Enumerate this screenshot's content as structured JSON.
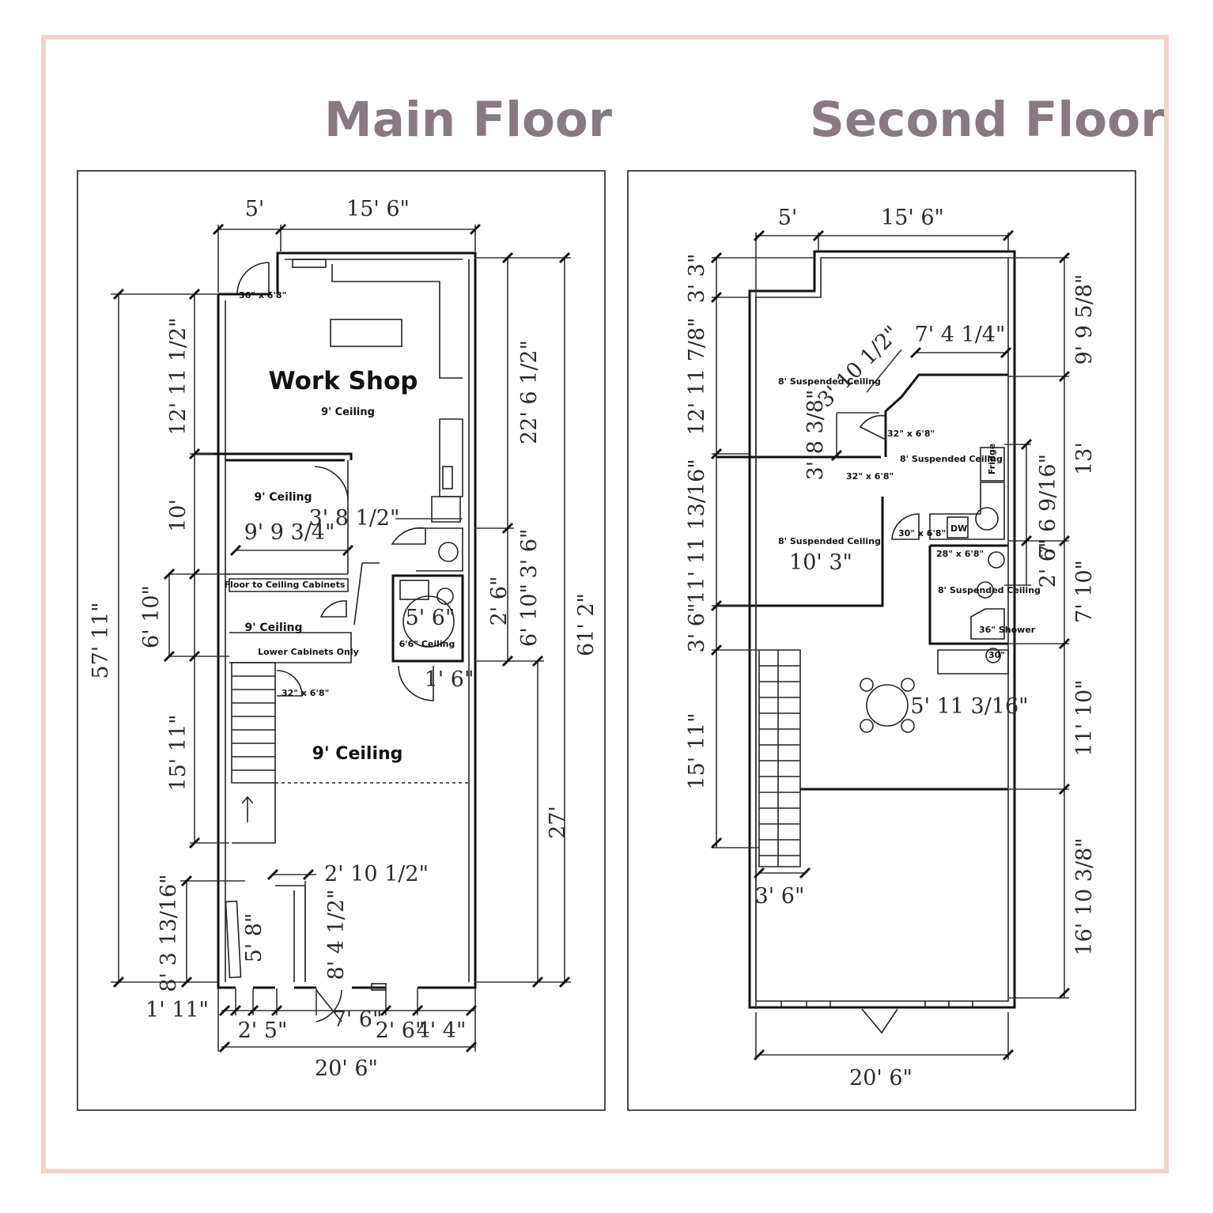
{
  "headings": {
    "main": "Main Floor",
    "second": "Second Floor"
  },
  "main_floor": {
    "rooms": {
      "workshop": "Work Shop",
      "workshop_ceiling": "9' Ceiling",
      "room2_ceiling": "9' Ceiling",
      "closet_ceiling": "9' Ceiling",
      "open_ceiling": "9' Ceiling",
      "cabinets_top": "Floor to Ceiling Cabinets",
      "cabinets_bottom": "Lower Cabinets Only",
      "bath_ceiling": "6'6\" Ceiling",
      "door_label": "36\" x 6'8\"",
      "stair_door": "32\" x 6'8\""
    },
    "dims": {
      "top_5": "5'",
      "top_15_6": "15' 6\"",
      "left_12_11_half": "12' 11 1/2\"",
      "left_10": "10'",
      "left_6_10": "6' 10\"",
      "left_57_11": "57' 11\"",
      "left_15_11": "15' 11\"",
      "left_8_3": "8' 3 13/16\"",
      "right_22_6_half": "22' 6 1/2\"",
      "right_3_6": "3' 6\"",
      "right_2_6": "2' 6\"",
      "right_6_10": "6' 10\"",
      "right_61_2": "61' 2\"",
      "right_27": "27'",
      "d_3_8_half": "3' 8 1/2\"",
      "d_9_9_3_4": "9' 9 3/4\"",
      "d_5_6": "5' 6\"",
      "d_1_6": "1' 6\"",
      "d_2_10_half": "2' 10 1/2\"",
      "d_5_8": "5' 8\"",
      "d_8_4_half": "8' 4 1/2\"",
      "b_1_11": "1' 11\"",
      "b_2_5": "2' 5\"",
      "b_7_6": "7' 6\"",
      "b_2_6": "2' 6\"",
      "b_4_4": "4' 4\"",
      "b_20_6": "20' 6\""
    }
  },
  "second_floor": {
    "rooms": {
      "susp1": "8' Suspended Ceiling",
      "susp2": "8' Suspended Ceiling",
      "susp3": "8' Suspended Ceiling",
      "susp_small": "8' Suspended Ceiling",
      "dw": "DW",
      "fridge": "Fridge",
      "door_a": "32\" x 6'8\"",
      "door_b": "32\" x 6'8\"",
      "door_c": "30\" x 6'8\"",
      "door_d": "28\" x 6'8\"",
      "shower": "36\" Shower",
      "wh": "30\""
    },
    "dims": {
      "top_5": "5'",
      "top_15_6": "15' 6\"",
      "l_3_3": "3' 3\"",
      "l_12_11_7_8": "12' 11 7/8\"",
      "l_11_11_13_16": "11' 11 13/16\"",
      "l_3_6": "3' 6\"",
      "l_15_11": "15' 11\"",
      "r_9_9_5_8": "9' 9 5/8\"",
      "r_13": "13'",
      "r_2_6": "2' 6\"",
      "r_7_10": "7' 10\"",
      "r_11_10": "11' 10\"",
      "r_16_10_3_8": "16' 10 3/8\"",
      "d_3_10_half": "3' 10 1/2\"",
      "d_7_4_quarter": "7' 4 1/4\"",
      "d_3_8_3_8": "3' 8 3/8\"",
      "d_7_6_9_16": "7' 6 9/16\"",
      "d_10_3": "10' 3\"",
      "d_5_11_3_16": "5' 11 3/16\"",
      "d_3_6": "3' 6\"",
      "b_20_6": "20' 6\""
    }
  }
}
